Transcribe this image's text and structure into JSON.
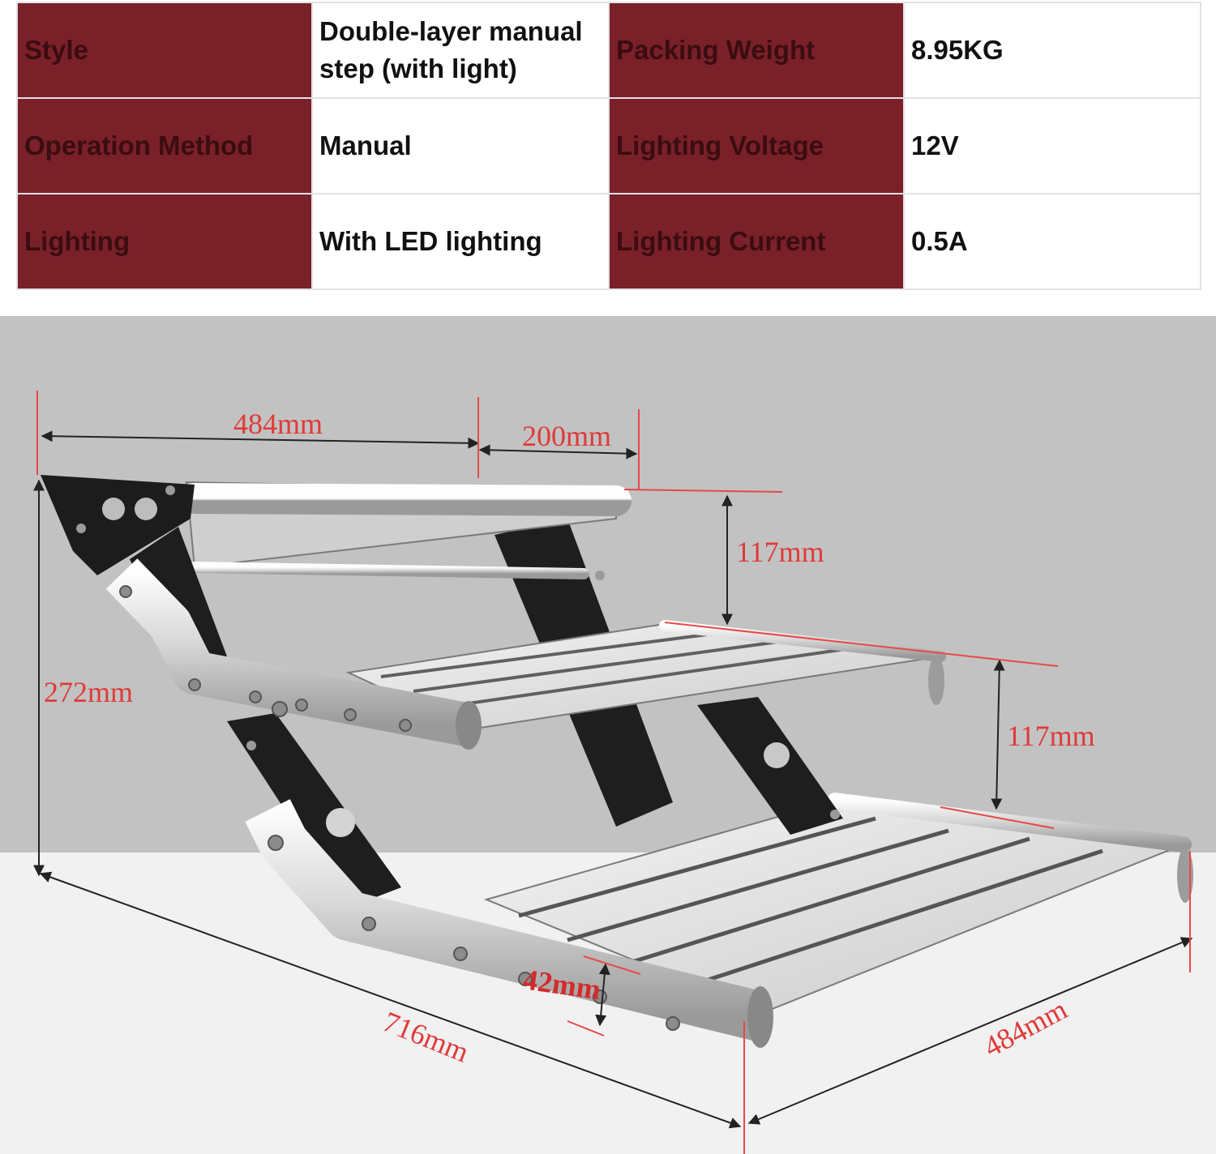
{
  "specs": {
    "rows": [
      {
        "label1": "Style",
        "value1": "Double-layer manual step (with light)",
        "label2": "Packing Weight",
        "value2": "8.95KG"
      },
      {
        "label1": "Operation Method",
        "value1": "Manual",
        "label2": "Lighting Voltage",
        "value2": "12V"
      },
      {
        "label1": "Lighting",
        "value1": "With LED lighting",
        "label2": "Lighting Current",
        "value2": "0.5A"
      }
    ]
  },
  "dimensions": {
    "top_width": "484mm",
    "top_depth": "200mm",
    "step_height_upper": "117mm",
    "step_height_lower": "117mm",
    "total_height": "272mm",
    "frame_height": "42mm",
    "total_length": "716mm",
    "bottom_width": "484mm"
  },
  "colors": {
    "label_bg": "#7a2029",
    "wall": "#c2c2c2",
    "floor": "#f1f1f1",
    "dimension": "#e03a3a"
  }
}
